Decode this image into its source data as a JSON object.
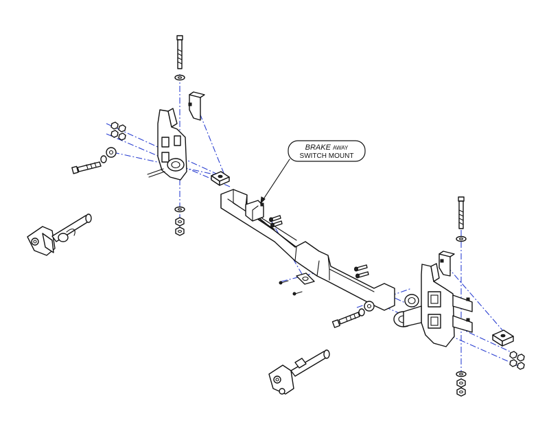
{
  "callout": {
    "line1_strong": "BRAKE",
    "line1_rest": "AWAY",
    "line2": "SWITCH MOUNT"
  },
  "colors": {
    "axis": "#2a3fd1",
    "linework": "#111111",
    "background": "#ffffff"
  }
}
